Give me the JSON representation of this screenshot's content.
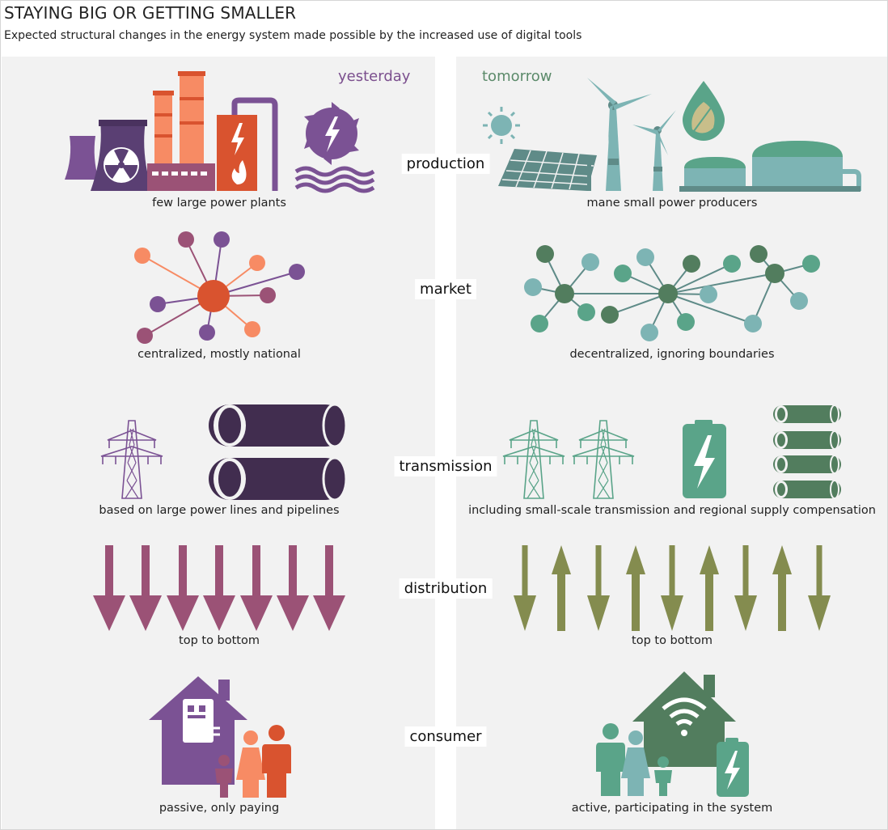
{
  "title": "STAYING BIG OR GETTING SMALLER",
  "subtitle": "Expected structural changes in the energy system made possible by the increased use of digital tools",
  "columns": {
    "left": "yesterday",
    "right": "tomorrow"
  },
  "rows": [
    {
      "label": "production",
      "left": "few large power plants",
      "right": "mane small power producers"
    },
    {
      "label": "market",
      "left": "centralized, mostly national",
      "right": "decentralized, ignoring boundaries"
    },
    {
      "label": "transmission",
      "left": "based on large power lines and pipelines",
      "right": "including small-scale transmission and regional supply compensation"
    },
    {
      "label": "distribution",
      "left": "top to bottom",
      "right": "top to bottom"
    },
    {
      "label": "consumer",
      "left": "passive, only paying",
      "right": "active, participating in the system"
    }
  ],
  "colors": {
    "purple": "#7b5294",
    "dark_purple": "#412d4f",
    "orange": "#d9532f",
    "salmon": "#f78b64",
    "mauve": "#9b5276",
    "teal": "#5aa489",
    "light_teal": "#7db4b4",
    "dark_green": "#527d5e",
    "olive": "#848c4f",
    "grey_teal": "#5f8b88"
  },
  "icons": [
    "cooling-tower-icon",
    "nuclear-plant-icon",
    "factory-chimney-icon",
    "power-station-icon",
    "hydro-turbine-icon",
    "sun-icon",
    "solar-panel-icon",
    "wind-turbine-icon",
    "biofuel-drop-icon",
    "biogas-plant-icon",
    "central-hub-network-icon",
    "decentralized-network-icon",
    "pylon-icon",
    "pipeline-icon",
    "battery-icon",
    "down-arrow-icon",
    "up-arrow-icon",
    "house-meter-icon",
    "family-icon",
    "house-wifi-icon"
  ]
}
